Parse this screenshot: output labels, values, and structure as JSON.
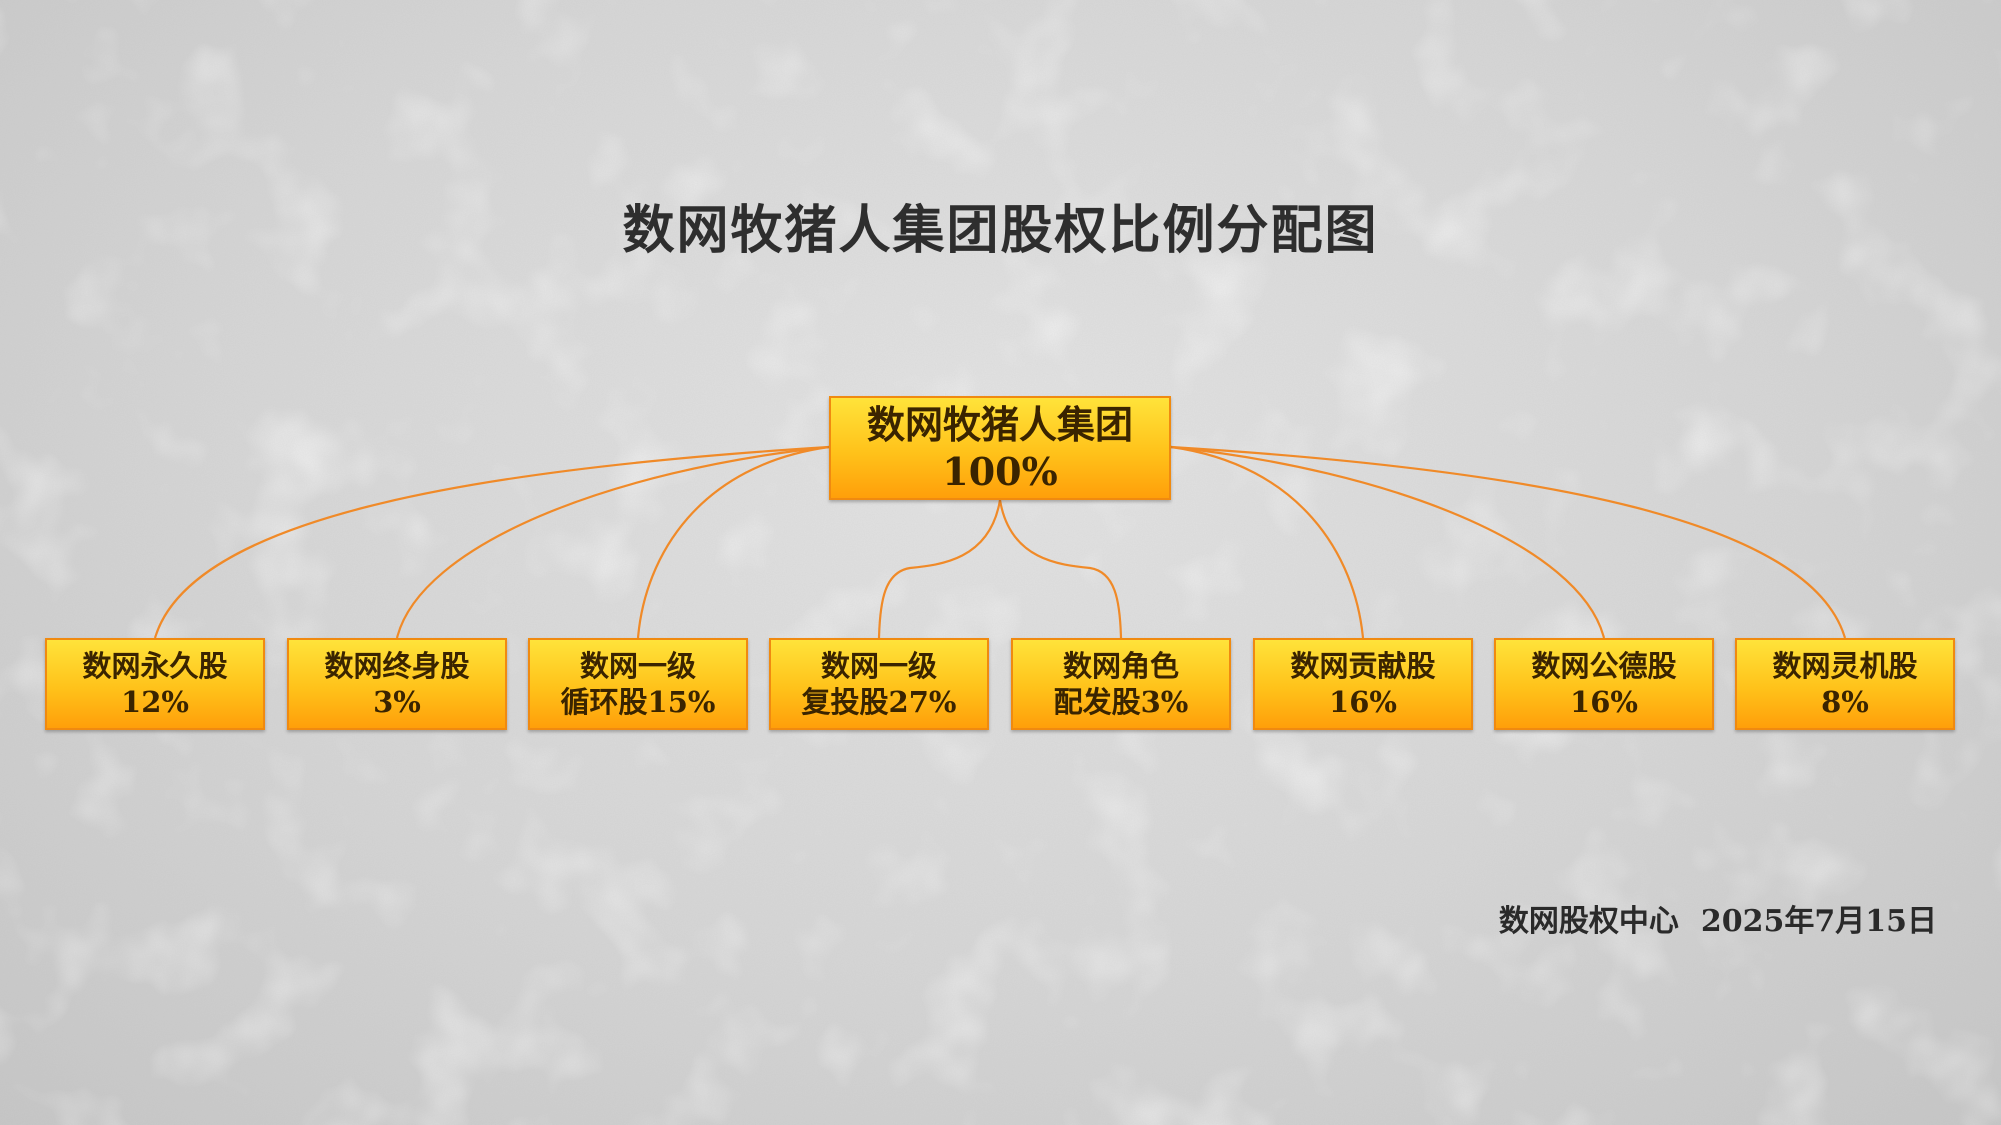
{
  "title": "数网牧猪人集团股权比例分配图",
  "root": {
    "name": "数网牧猪人集团",
    "value": "100%"
  },
  "children": [
    {
      "line1": "数网永久股",
      "line2": "12%"
    },
    {
      "line1": "数网终身股",
      "line2": "3%"
    },
    {
      "line1": "数网一级",
      "line2": "循环股15%"
    },
    {
      "line1": "数网一级",
      "line2": "复投股27%"
    },
    {
      "line1": "数网角色",
      "line2": "配发股3%"
    },
    {
      "line1": "数网贡献股",
      "line2": "16%"
    },
    {
      "line1": "数网公德股",
      "line2": "16%"
    },
    {
      "line1": "数网灵机股",
      "line2": "8%"
    }
  ],
  "footer": {
    "org": "数网股权中心",
    "date": "2025年7月15日"
  },
  "colors": {
    "connector": "#f08a28",
    "box_top": "#ffe33a",
    "box_bottom": "#ff9f0a",
    "box_border": "#f08a10"
  }
}
